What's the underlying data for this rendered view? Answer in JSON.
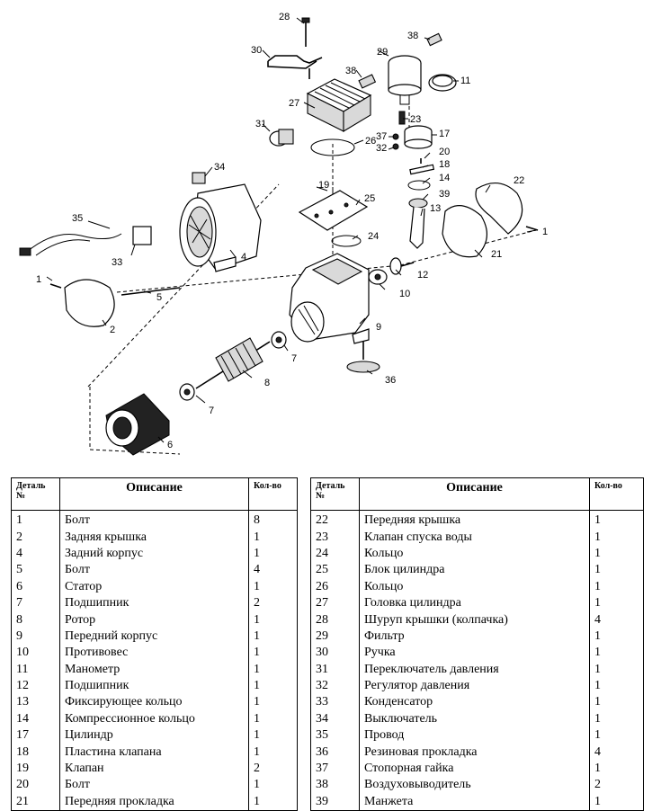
{
  "diagram": {
    "callouts": [
      "28",
      "38",
      "30",
      "29",
      "38",
      "11",
      "27",
      "31",
      "23",
      "26",
      "17",
      "37",
      "32",
      "20",
      "18",
      "34",
      "14",
      "19",
      "25",
      "22",
      "39",
      "13",
      "35",
      "1",
      "24",
      "21",
      "33",
      "4",
      "12",
      "1",
      "5",
      "10",
      "2",
      "9",
      "7",
      "8",
      "36",
      "7",
      "6"
    ]
  },
  "table_headers": {
    "part_no_line1": "Деталь",
    "part_no_line2": "№",
    "description": "Описание",
    "qty": "Кол-во"
  },
  "parts_left": [
    {
      "no": "1",
      "desc": "Болт",
      "qty": "8"
    },
    {
      "no": "2",
      "desc": "Задняя крышка",
      "qty": "1"
    },
    {
      "no": "4",
      "desc": "Задний корпус",
      "qty": "1"
    },
    {
      "no": "5",
      "desc": "Болт",
      "qty": "4"
    },
    {
      "no": "6",
      "desc": "Статор",
      "qty": "1"
    },
    {
      "no": "7",
      "desc": "Подшипник",
      "qty": "2"
    },
    {
      "no": "8",
      "desc": "Ротор",
      "qty": "1"
    },
    {
      "no": "9",
      "desc": "Передний корпус",
      "qty": "1"
    },
    {
      "no": "10",
      "desc": "Противовес",
      "qty": "1"
    },
    {
      "no": "11",
      "desc": "Манометр",
      "qty": "1"
    },
    {
      "no": "12",
      "desc": "Подшипник",
      "qty": "1"
    },
    {
      "no": "13",
      "desc": "Фиксирующее кольцо",
      "qty": "1"
    },
    {
      "no": "14",
      "desc": "Компрессионное кольцо",
      "qty": "1"
    },
    {
      "no": "17",
      "desc": "Цилиндр",
      "qty": "1"
    },
    {
      "no": "18",
      "desc": "Пластина клапана",
      "qty": "1"
    },
    {
      "no": "19",
      "desc": "Клапан",
      "qty": "2"
    },
    {
      "no": "20",
      "desc": "Болт",
      "qty": "1"
    },
    {
      "no": "21",
      "desc": "Передняя прокладка",
      "qty": "1"
    }
  ],
  "parts_right": [
    {
      "no": "22",
      "desc": "Передняя крышка",
      "qty": "1"
    },
    {
      "no": "23",
      "desc": "Клапан спуска воды",
      "qty": "1"
    },
    {
      "no": "24",
      "desc": "Кольцо",
      "qty": "1"
    },
    {
      "no": "25",
      "desc": "Блок цилиндра",
      "qty": "1"
    },
    {
      "no": "26",
      "desc": "Кольцо",
      "qty": "1"
    },
    {
      "no": "27",
      "desc": "Головка цилиндра",
      "qty": "1"
    },
    {
      "no": "28",
      "desc": "Шуруп крышки (колпачка)",
      "qty": "4"
    },
    {
      "no": "29",
      "desc": "Фильтр",
      "qty": "1"
    },
    {
      "no": "30",
      "desc": "Ручка",
      "qty": "1"
    },
    {
      "no": "31",
      "desc": "Переключатель давления",
      "qty": "1"
    },
    {
      "no": "32",
      "desc": "Регулятор давления",
      "qty": "1"
    },
    {
      "no": "33",
      "desc": "Конденсатор",
      "qty": "1"
    },
    {
      "no": "34",
      "desc": "Выключатель",
      "qty": "1"
    },
    {
      "no": "35",
      "desc": "Провод",
      "qty": "1"
    },
    {
      "no": "36",
      "desc": "Резиновая прокладка",
      "qty": "4"
    },
    {
      "no": "37",
      "desc": "Стопорная гайка",
      "qty": "1"
    },
    {
      "no": "38",
      "desc": "Воздуховыводитель",
      "qty": "2"
    },
    {
      "no": "39",
      "desc": "Манжета",
      "qty": "1"
    }
  ]
}
